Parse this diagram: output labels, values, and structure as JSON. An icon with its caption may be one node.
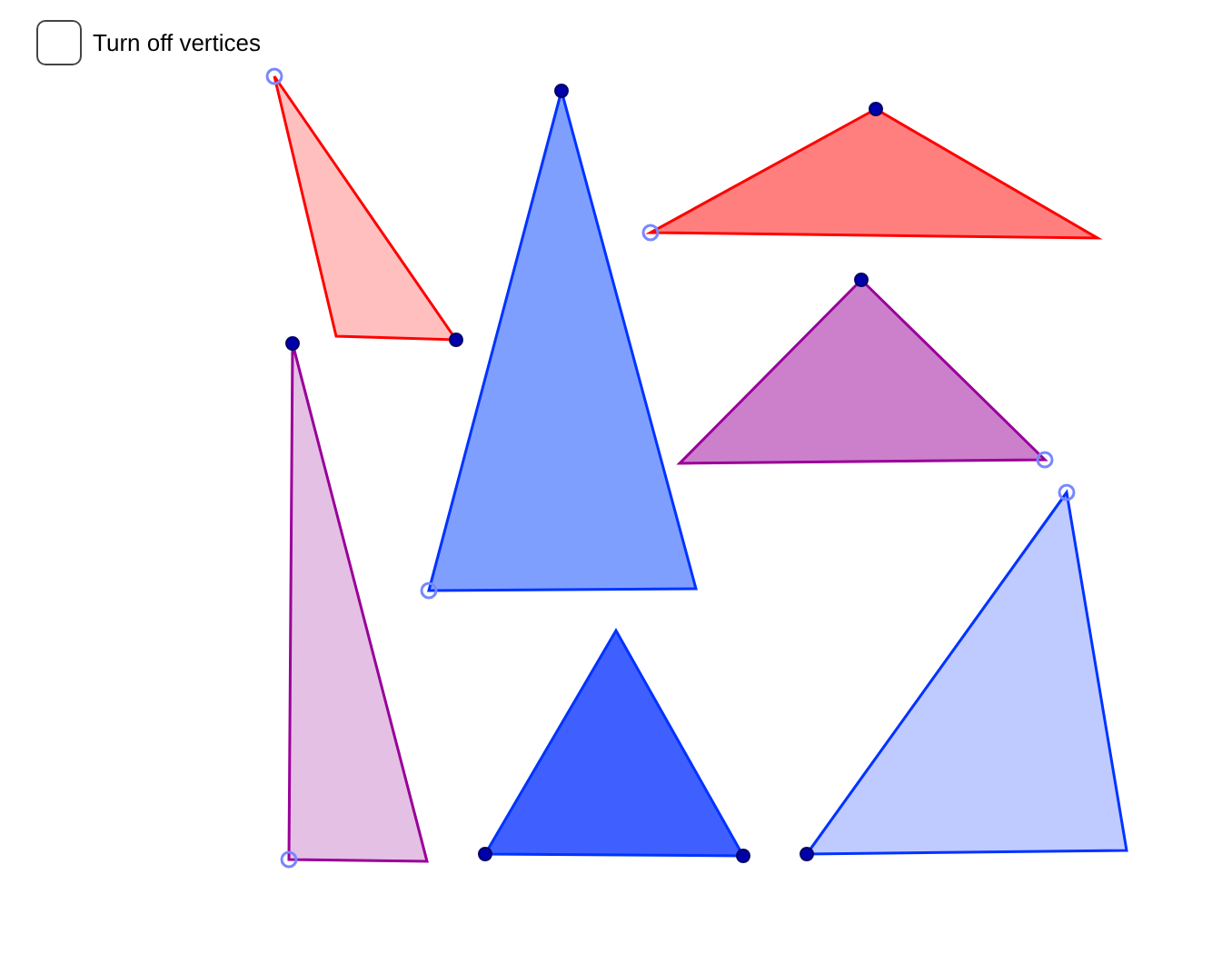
{
  "diagram": {
    "nodes": [
      {
        "text": [],
        "shape": "triangle"
      },
      {
        "text": [],
        "shape": "triangle"
      },
      {
        "text": [],
        "shape": "triangle"
      },
      {
        "text": [],
        "shape": "triangle"
      },
      {
        "text": [],
        "shape": "triangle"
      },
      {
        "text": [],
        "shape": "triangle"
      },
      {
        "text": [],
        "shape": "triangle"
      }
    ],
    "labels": [
      "Turn off vertices"
    ]
  }
}
